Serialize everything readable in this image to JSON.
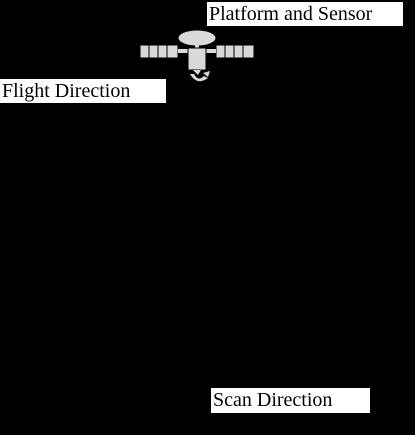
{
  "diagram": {
    "platform_label": "Platform and Sensor",
    "flight_label": "Flight Direction",
    "scan_label": "Scan Direction"
  },
  "colors": {
    "background": "#000000",
    "label_background": "#ffffff",
    "text": "#000000",
    "satellite_fill": "#d9d9d9"
  },
  "icons": {
    "satellite": "satellite-icon"
  }
}
